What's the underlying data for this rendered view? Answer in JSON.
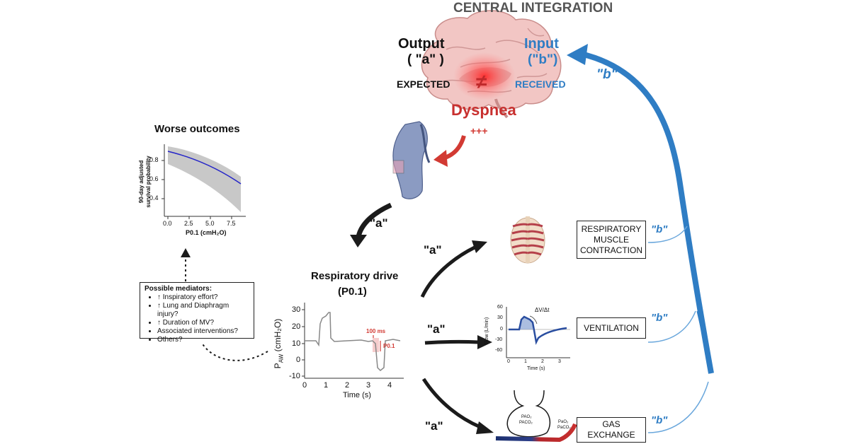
{
  "brain": {
    "title": "CENTRAL INTEGRATION",
    "output_label": "Output",
    "output_sub": "( \"a\" )",
    "input_label": "Input",
    "input_sub": "(\"b\")",
    "expected": "EXPECTED",
    "received": "RECEIVED",
    "not_equal": "≠",
    "dyspnea": "Dyspnea",
    "plus": "+++"
  },
  "arrow_labels": {
    "a": "\"a\"",
    "b": "\"b\""
  },
  "survival_chart": {
    "title": "Worse outcomes",
    "ylabel_1": "90-day adjusted",
    "ylabel_2": "survival probability",
    "xlabel": "P0.1 (cmH₂O)",
    "x_ticks": [
      "0.0",
      "2.5",
      "5.0",
      "7.5"
    ],
    "y_ticks": [
      "0.4",
      "0.6",
      "0.8"
    ]
  },
  "mediators": {
    "title": "Possible mediators:",
    "items": [
      "↑ Inspiratory effort?",
      "↑ Lung and Diaphragm injury?",
      "↑ Duration of MV?",
      "Associated interventions?",
      "Others?"
    ]
  },
  "drive": {
    "title_1": "Respiratory drive",
    "title_2": "(P0.1)"
  },
  "pressure_chart": {
    "ylabel": "P",
    "ylabel_sub": "AW",
    "ylabel_unit": "(cmH₂O)",
    "xlabel": "Time (s)",
    "x_ticks": [
      "0",
      "1",
      "2",
      "3",
      "4"
    ],
    "y_ticks": [
      "30",
      "20",
      "10",
      "0",
      "-10"
    ],
    "ann_ms": "100 ms",
    "ann_p01": "P0.1"
  },
  "flow_chart": {
    "ylabel": "Flow (L/min)",
    "xlabel": "Time (s)",
    "x_ticks": [
      "0",
      "1",
      "2",
      "3"
    ],
    "y_ticks": [
      "60",
      "30",
      "0",
      "-30",
      "-60"
    ],
    "annotation": "ΔV/Δt"
  },
  "gas": {
    "alveolar_1": "PAO₂",
    "alveolar_2": "PACO₂",
    "arterial_1": "PaO₂",
    "arterial_2": "PaCO₂"
  },
  "boxes": {
    "muscle": [
      "RESPIRATORY",
      "MUSCLE",
      "CONTRACTION"
    ],
    "ventilation": "VENTILATION",
    "gas": [
      "GAS",
      "EXCHANGE"
    ]
  },
  "colors": {
    "blue": "#2f7dc4",
    "red": "#d23a33",
    "dark": "#1b1b1b",
    "brain": "#eebcbc"
  }
}
